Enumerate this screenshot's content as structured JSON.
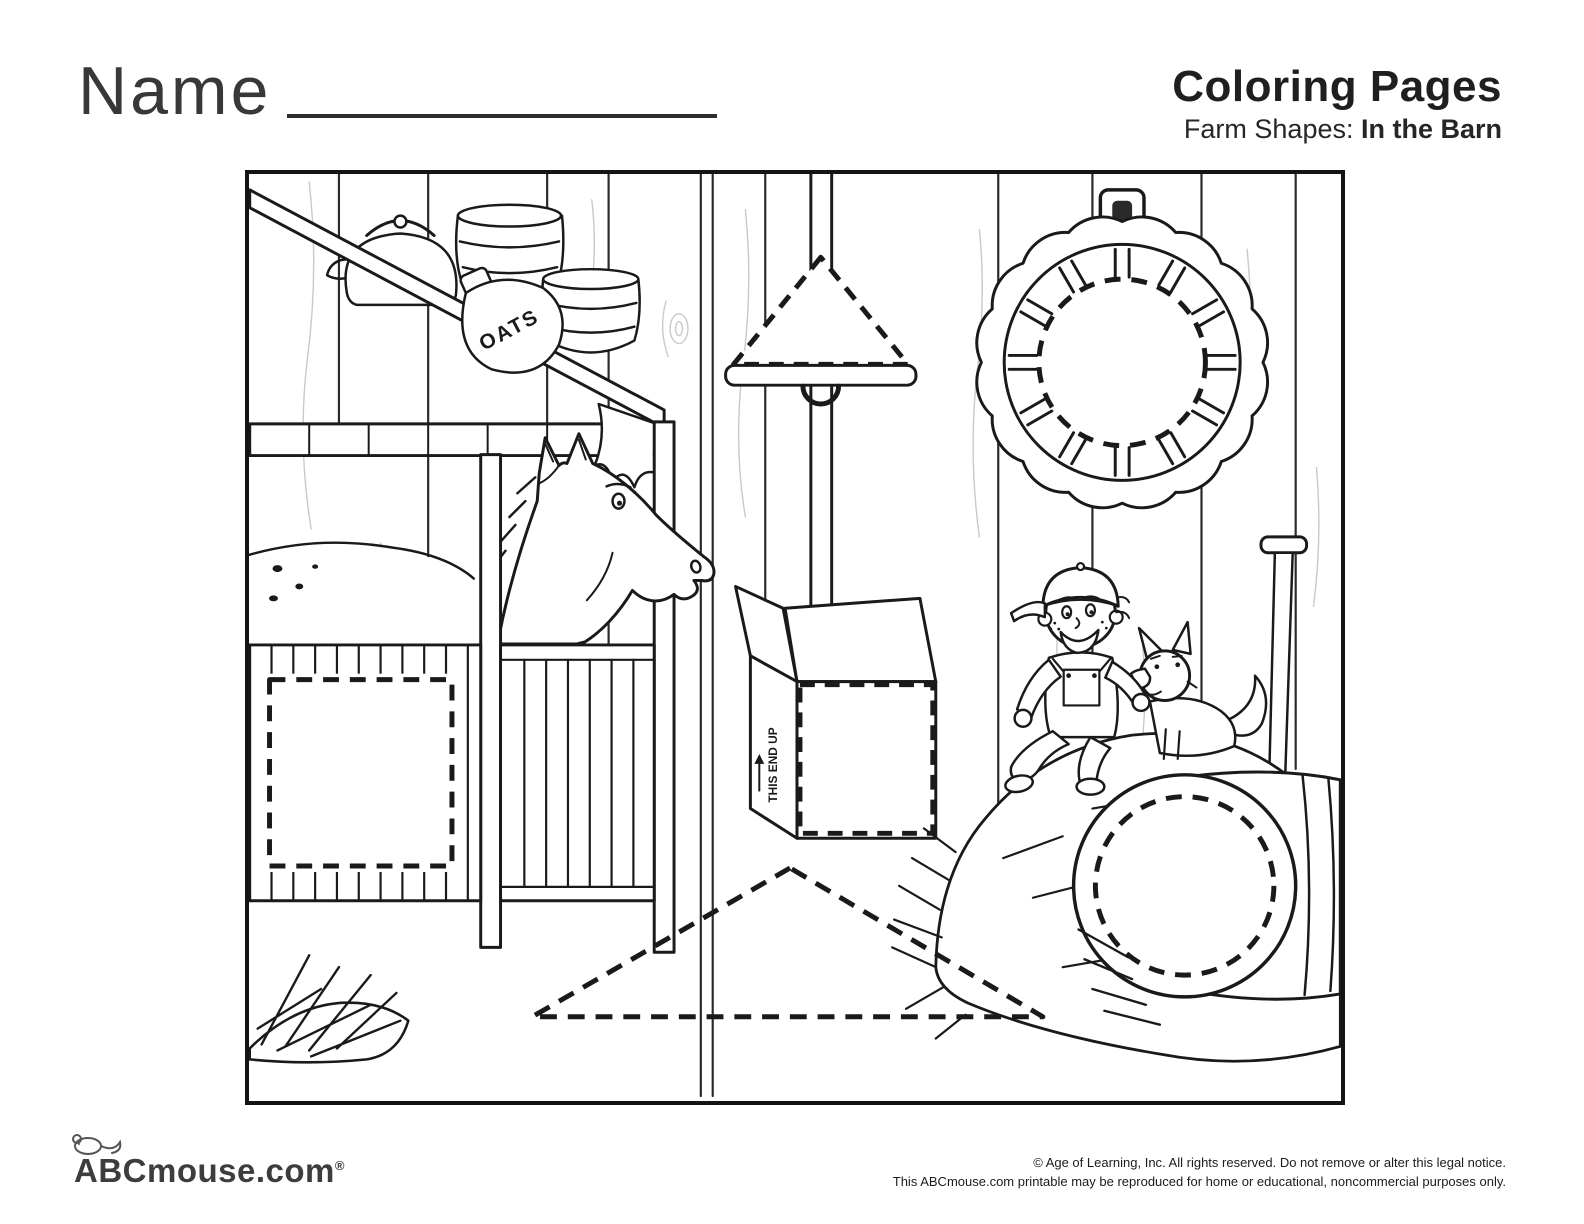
{
  "header": {
    "name_label": "Name",
    "title": "Coloring Pages",
    "subtitle_prefix": "Farm Shapes: ",
    "subtitle_bold": "In the Barn"
  },
  "illustration": {
    "oats_label": "OATS",
    "box_label": "THIS END UP"
  },
  "footer": {
    "logo_text": "ABCmouse.com",
    "trademark": "®",
    "copyright_line1": "© Age of Learning, Inc. All rights reserved. Do not remove or alter this legal notice.",
    "copyright_line2": "This ABCmouse.com printable may be reproduced for home or educational, noncommercial purposes only."
  }
}
